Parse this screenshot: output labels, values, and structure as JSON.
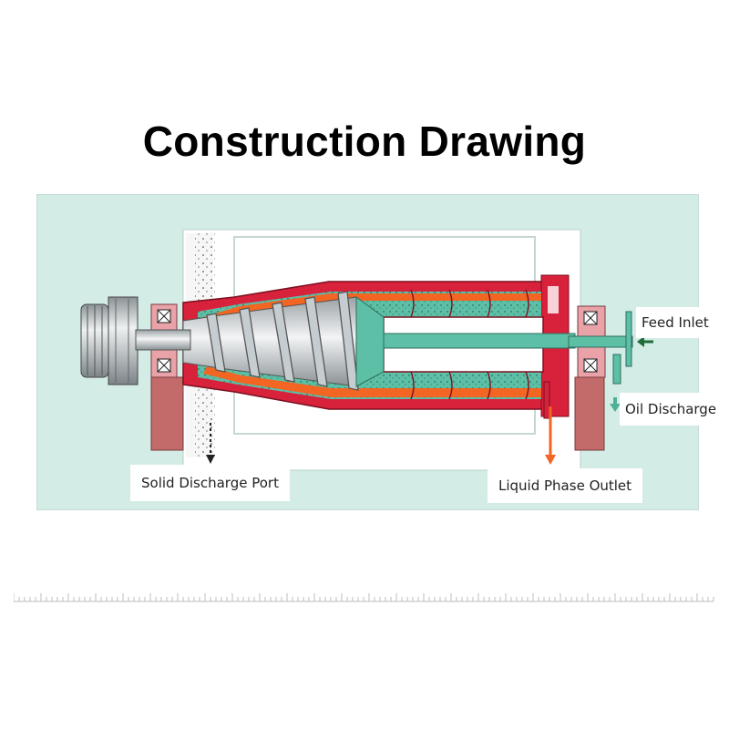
{
  "title": "Construction Drawing",
  "labels": {
    "feed_inlet": "Feed Inlet",
    "oil_discharge": "Oil Discharge",
    "solid_discharge_port": "Solid Discharge Port",
    "liquid_phase_outlet": "Liquid Phase Outlet"
  },
  "colors": {
    "background": "#d3ece6",
    "bowl_red": "#d8213b",
    "solids_orange": "#f26522",
    "liquid_teal": "#5cbfa6",
    "screw_silver": "#b5bcbf",
    "support_pink": "#c36b6b",
    "feed_arrow_green": "#1f6b3a",
    "oil_arrow_teal": "#4fb09a"
  },
  "icons": {
    "solid_arrow": "arrow-down-icon",
    "liquid_arrow": "arrow-down-icon",
    "feed_arrow": "arrow-left-icon",
    "oil_arrow": "arrow-down-icon"
  }
}
